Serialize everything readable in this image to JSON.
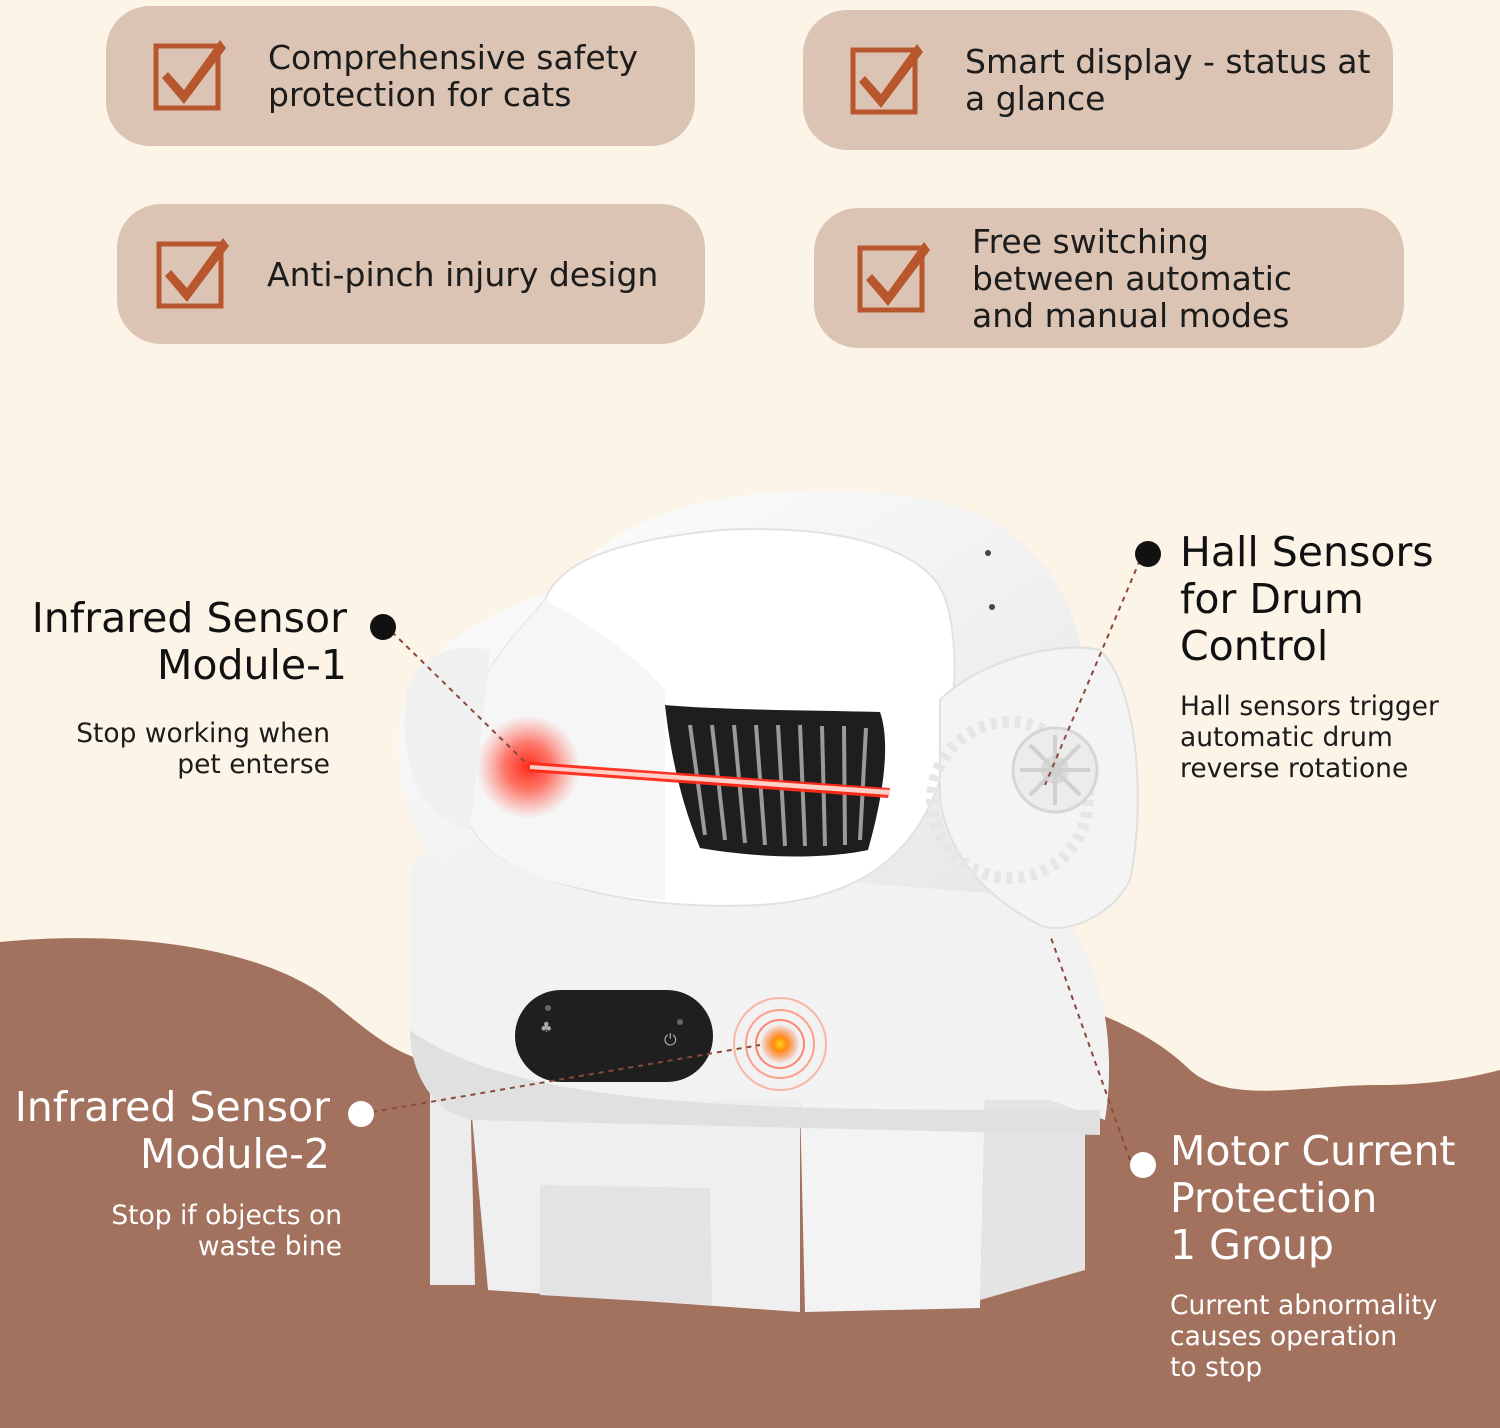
{
  "features": [
    {
      "text": "Comprehensive safety\nprotection for cats",
      "icon": "checkbox-check-icon"
    },
    {
      "text": "Smart display - status at\na glance",
      "icon": "checkbox-check-icon"
    },
    {
      "text": "Anti-pinch injury design",
      "icon": "checkbox-check-icon"
    },
    {
      "text": "Free switching\nbetween automatic\nand manual modes",
      "icon": "checkbox-check-icon"
    }
  ],
  "callouts": {
    "ir1": {
      "title": "Infrared Sensor\nModule-1",
      "desc": "Stop working when\npet enterse"
    },
    "hall": {
      "title": "Hall Sensors\nfor Drum\nControl",
      "desc": "Hall sensors trigger\nautomatic drum\nreverse rotatione"
    },
    "ir2": {
      "title": "Infrared Sensor\nModule-2",
      "desc": "Stop if objects on\nwaste bine"
    },
    "motor": {
      "title": "Motor Current\nProtection\n1 Group",
      "desc": "Current abnormality\ncauses operation\nto stop"
    }
  },
  "colors": {
    "background": "#fcf4e6",
    "pill": "#dcc4b4",
    "accent_check": "#b8562e",
    "brown_wave": "#a2725f"
  }
}
